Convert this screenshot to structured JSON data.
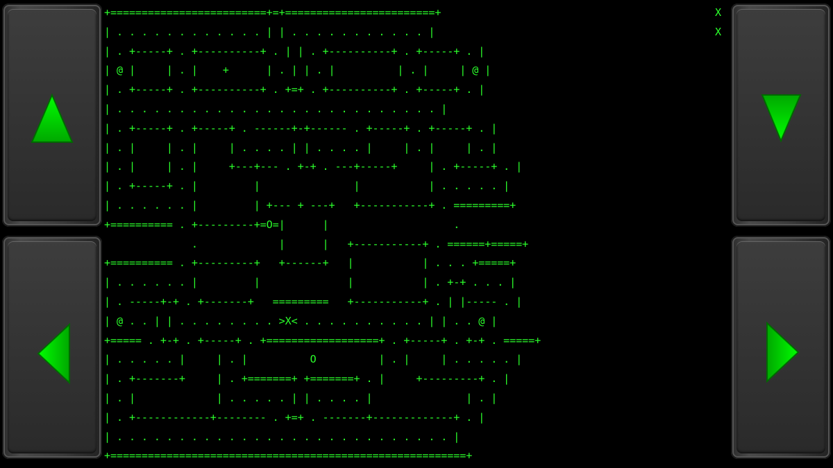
{
  "game": {
    "map_lines": [
      "+=========================+=+========================+",
      "| . . . . . . . . . . . . | | . . . . . . . . . . . |",
      "| . +-----+ . +----------+ . | | . +----------+ . +-----+ . |",
      "| @ |     | . |    +      | . | | . |          | . |     | @ |",
      "| . +-----+ . +----------+ . +=+ . +----------+ . +-----+ . |",
      "| . . . . . . . . . . . . . . . . . . . . . . . . . . |",
      "| . +-----+ . +-----+ . ------+-+------ . +-----+ . +-----+ . |",
      "| . |     | . |     | . . . . | | . . . . |     | . |     | . |",
      "| . |     | . |     +---+--- . +-+ . ---+-----+     | . +-----+ . |",
      "| . +-----+ . |         |               |           | . . . . . |",
      "| . . . . . . |         | +--- + ---+   +-----------+ . =========+",
      "+========== . +---------+=O=|      |                    .",
      "              .             |      |   +-----------+ . ======+=====+",
      "+========== . +---------+   +------+   |           | . . . +=====+",
      "| . . . . . . |         |              |           | . +-+ . . . |",
      "| . -----+-+ . +-------+   =========   +-----------+ . | |----- . |",
      "| @ . . | | . . . . . . . . >X< . . . . . . . . . . | | . . @ |",
      "+===== . +-+ . +-----+ . +==================+ . +-----+ . +-+ . =====+",
      "| . . . . . |     | . |          O          | . |     | . . . . . |",
      "| . +-------+     | . +=======+ +=======+ . |     +---------+ . |",
      "| . |             | . . . . . | | . . . . |               | . |",
      "| . +------------+-------- . +=+ . -------+-------------+ . |",
      "| . . . . . . . . . . . . . . . . . . . . . . . . . . . |",
      "+=========================================================+"
    ],
    "side_marks": "X\nX",
    "colors": {
      "text": "#2bff2b",
      "arrow": "#00e000",
      "background": "#000000"
    },
    "controls": {
      "up": "triangle-up-icon",
      "down": "triangle-down-icon",
      "left": "triangle-left-icon",
      "right": "triangle-right-icon"
    }
  }
}
